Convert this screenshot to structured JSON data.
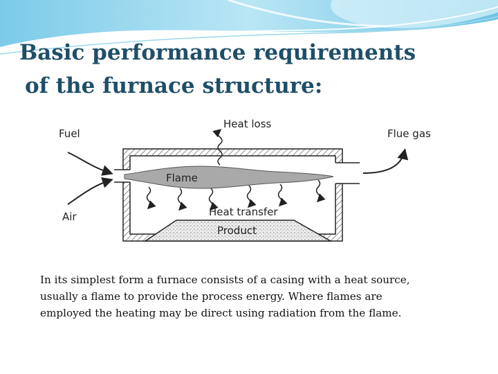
{
  "slide": {
    "title_lines": [
      "Basic performance requirements",
      "of the furnace structure:"
    ],
    "caption_lines": [
      "In its simplest form a furnace consists of a casing with a heat source,",
      "usually a flame to provide the process energy. Where flames are",
      "employed the heating may be direct using radiation from the flame."
    ]
  },
  "diagram": {
    "labels": {
      "fuel": "Fuel",
      "air": "Air",
      "heat_loss": "Heat loss",
      "flue_gas": "Flue gas",
      "flame": "Flame",
      "heat_transfer": "Heat transfer",
      "product": "Product"
    }
  },
  "colors": {
    "title": "#1f4f68",
    "banner_light": "#c9ecf6",
    "banner_mid": "#8fd3ea",
    "banner_dark": "#5cb8dc",
    "flame": "#a9a9a9",
    "casing": "#222222"
  }
}
